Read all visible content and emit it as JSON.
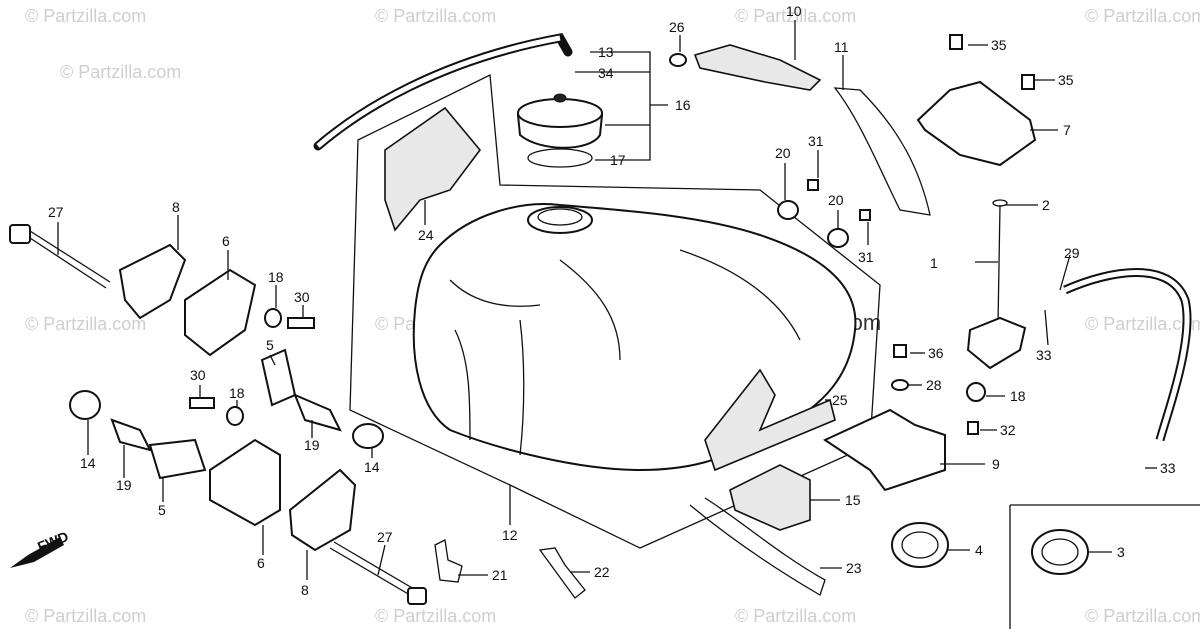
{
  "watermarks": [
    "© Partzilla.com",
    "© Partzilla.com",
    "© Partzilla.com",
    "© Partzilla.com",
    "© Partzilla.com",
    "© Partzilla.com",
    "© Partzilla.com",
    "© Partzilla.com",
    "© Partzilla.com",
    "© Partzilla.com",
    "© Partzilla.com",
    "© Partzilla.com"
  ],
  "center_watermark": "© Partzilla.com",
  "fwd_label": "FWD",
  "callouts": [
    "1",
    "2",
    "3",
    "4",
    "5",
    "5",
    "6",
    "6",
    "7",
    "8",
    "8",
    "9",
    "10",
    "11",
    "12",
    "13",
    "14",
    "14",
    "15",
    "16",
    "17",
    "18",
    "18",
    "18",
    "19",
    "19",
    "20",
    "20",
    "21",
    "22",
    "23",
    "24",
    "25",
    "26",
    "27",
    "27",
    "28",
    "29",
    "30",
    "30",
    "31",
    "31",
    "32",
    "33",
    "33",
    "34",
    "35",
    "35",
    "36"
  ]
}
